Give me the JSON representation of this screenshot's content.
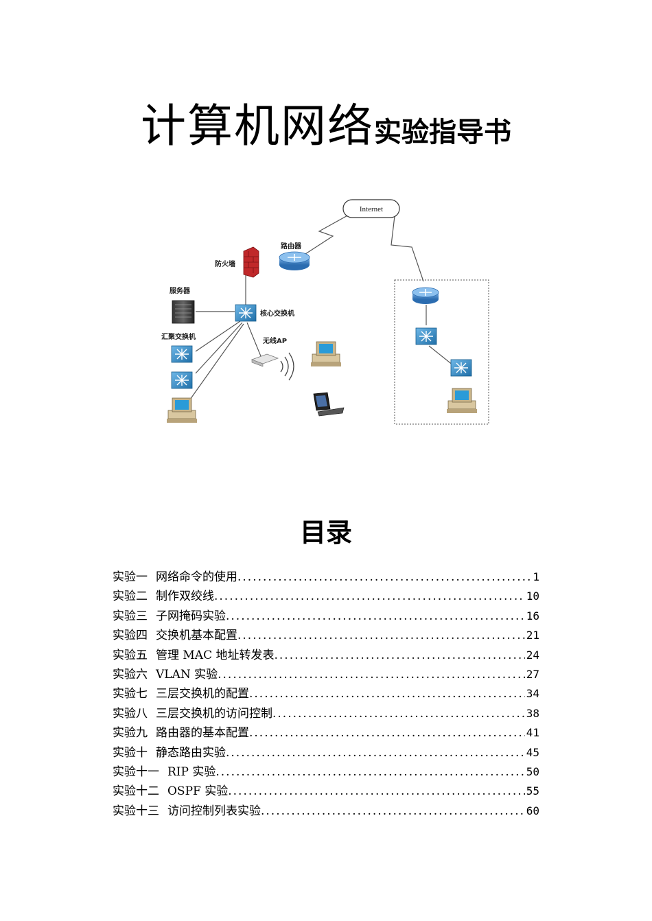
{
  "title": {
    "part1": "计算机网络",
    "part2": "实验指导书"
  },
  "diagram": {
    "labels": {
      "internet": "Internet",
      "router": "路由器",
      "firewall": "防火墙",
      "server": "服务器",
      "core_switch": "核心交换机",
      "aggregation_switch": "汇聚交换机",
      "wireless_ap": "无线AP"
    }
  },
  "toc": {
    "heading": "目录",
    "entries": [
      {
        "num": "实验一",
        "name": "网络命令的使用",
        "page": "1"
      },
      {
        "num": "实验二",
        "name": "制作双绞线",
        "page": "10"
      },
      {
        "num": "实验三",
        "name": "子网掩码实验",
        "page": "16"
      },
      {
        "num": "实验四",
        "name": "交换机基本配置",
        "page": "21"
      },
      {
        "num": "实验五",
        "name": "管理 MAC 地址转发表",
        "page": "24"
      },
      {
        "num": "实验六",
        "name": "VLAN 实验",
        "page": "27"
      },
      {
        "num": "实验七",
        "name": "三层交换机的配置",
        "page": "34"
      },
      {
        "num": "实验八",
        "name": "三层交换机的访问控制",
        "page": "38"
      },
      {
        "num": "实验九",
        "name": "路由器的基本配置",
        "page": "41"
      },
      {
        "num": "实验十",
        "name": "静态路由实验",
        "page": "45"
      },
      {
        "num": "实验十一",
        "name": "RIP 实验",
        "page": "50"
      },
      {
        "num": "实验十二",
        "name": "OSPF 实验",
        "page": "55"
      },
      {
        "num": "实验十三",
        "name": "访问控制列表实验",
        "page": "60"
      }
    ]
  }
}
